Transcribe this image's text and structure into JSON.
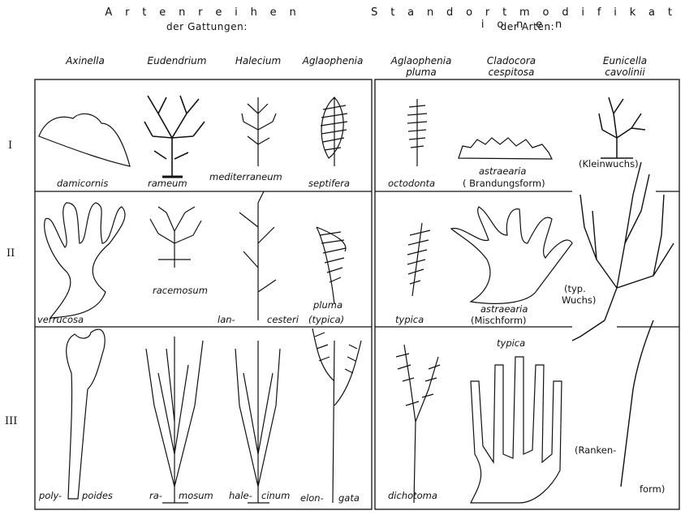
{
  "headers": {
    "left_line1": "A r t e n r e i h e n",
    "left_line2": "der Gattungen:",
    "right_line1": "S t a n d o r t m o d i f i k a t i o n e n",
    "right_line2": "der Arten:"
  },
  "columns": {
    "axinella": "Axinella",
    "eudendrium": "Eudendrium",
    "halecium": "Halecium",
    "aglaophenia": "Aglaophenia",
    "aglaophenia_pluma_1": "Aglaophenia",
    "aglaophenia_pluma_2": "pluma",
    "cladocora_1": "Cladocora",
    "cladocora_2": "cespitosa",
    "eunicella_1": "Eunicella",
    "eunicella_2": "cavolinii"
  },
  "rows": {
    "r1": "I",
    "r2": "II",
    "r3": "III"
  },
  "labels": {
    "damicornis": "damicornis",
    "rameum": "rameum",
    "mediterraneum": "mediterraneum",
    "septifera": "septifera",
    "octodonta": "octodonta",
    "astraearia1": "astraearia",
    "brandungsform": "( Brandungsform)",
    "kleinwuchs": "(Kleinwuchs)",
    "verrucosa": "verrucosa",
    "racemosum": "racemosum",
    "lan": "lan-",
    "cesteri": "cesteri",
    "pluma": "pluma",
    "typica_paren": "(typica)",
    "typica_left": "typica",
    "astraearia2": "astraearia",
    "mischform": "(Mischform)",
    "typ": "(typ.",
    "wuchs": "Wuchs)",
    "poly": "poly-",
    "poides": "poides",
    "ra": "ra-",
    "mosum": "mosum",
    "hale": "hale-",
    "cinum": "cinum",
    "elon": "elon-",
    "gata": "gata",
    "dichotoma": "dichotoma",
    "typica_top": "typica",
    "ranken": "(Ranken-",
    "form": "form)"
  }
}
